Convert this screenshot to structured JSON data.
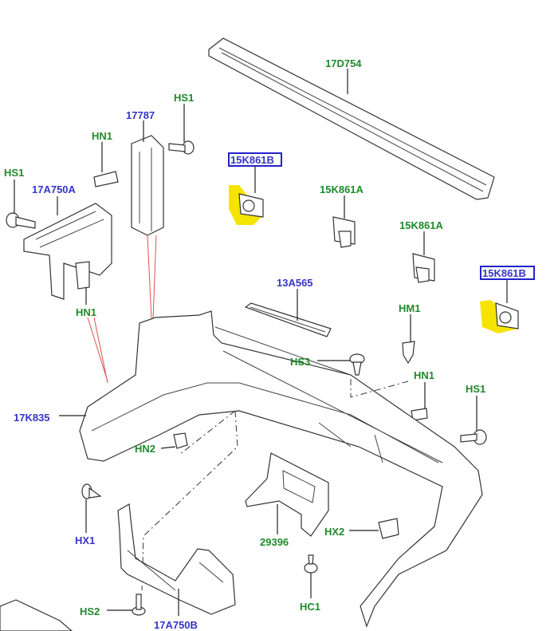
{
  "diagram": {
    "labels": {
      "p17D754": "17D754",
      "hs1_top": "HS1",
      "p17787": "17787",
      "hn1_top": "HN1",
      "hs1_left": "HS1",
      "p17A750A": "17A750A",
      "p15K861B_1": "15K861B",
      "p15K861A_1": "15K861A",
      "p15K861A_2": "15K861A",
      "p15K861B_2": "15K861B",
      "p13A565": "13A565",
      "hm1": "HM1",
      "hn1_left": "HN1",
      "hs3": "HS3",
      "hn1_right": "HN1",
      "hs1_right": "HS1",
      "p17K835": "17K835",
      "hn2": "HN2",
      "hx1": "HX1",
      "p29396": "29396",
      "hx2": "HX2",
      "hs2": "HS2",
      "p17A750B": "17A750B",
      "hc1": "HC1"
    },
    "colors": {
      "part_number_blue": "#3535c8",
      "fixing_green": "#1f8a2a",
      "highlight_yellow": "#f5e400"
    }
  }
}
